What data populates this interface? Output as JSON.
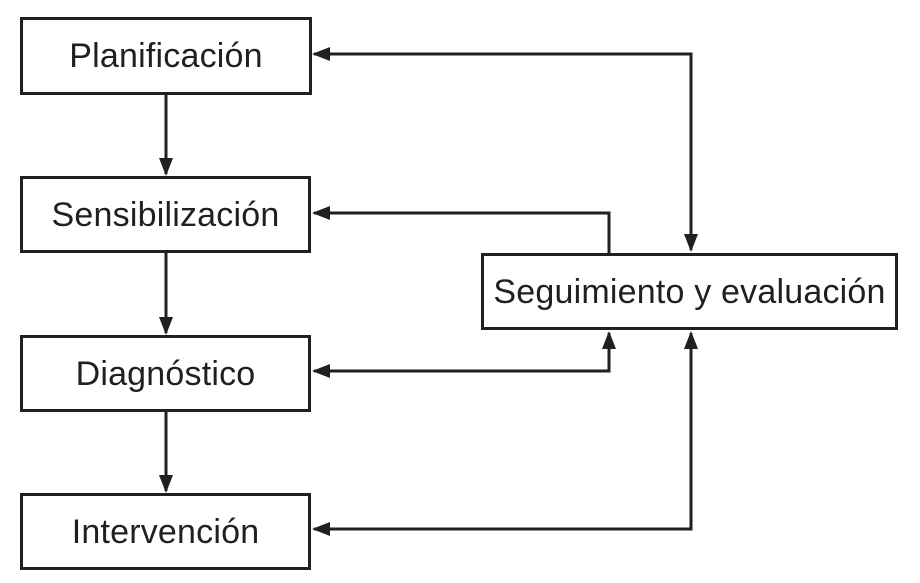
{
  "diagram": {
    "type": "flowchart",
    "nodes": {
      "planificacion": {
        "label": "Planificación"
      },
      "sensibilizacion": {
        "label": "Sensibilización"
      },
      "diagnostico": {
        "label": "Diagnóstico"
      },
      "intervencion": {
        "label": "Intervención"
      },
      "seguimiento": {
        "label": "Seguimiento y evaluación"
      }
    },
    "edges": [
      {
        "from": "Planificación",
        "to": "Sensibilización",
        "style": "single-arrow"
      },
      {
        "from": "Sensibilización",
        "to": "Diagnóstico",
        "style": "single-arrow"
      },
      {
        "from": "Diagnóstico",
        "to": "Intervención",
        "style": "single-arrow"
      },
      {
        "from": "Seguimiento y evaluación",
        "to": "Planificación",
        "style": "double-arrow"
      },
      {
        "from": "Seguimiento y evaluación",
        "to": "Sensibilización",
        "style": "single-arrow"
      },
      {
        "from": "Seguimiento y evaluación",
        "to": "Diagnóstico",
        "style": "double-arrow"
      },
      {
        "from": "Seguimiento y evaluación",
        "to": "Intervención",
        "style": "double-arrow"
      }
    ],
    "colors": {
      "ink": "#231f20",
      "background": "#ffffff",
      "node_fill": "#ffffff"
    }
  }
}
